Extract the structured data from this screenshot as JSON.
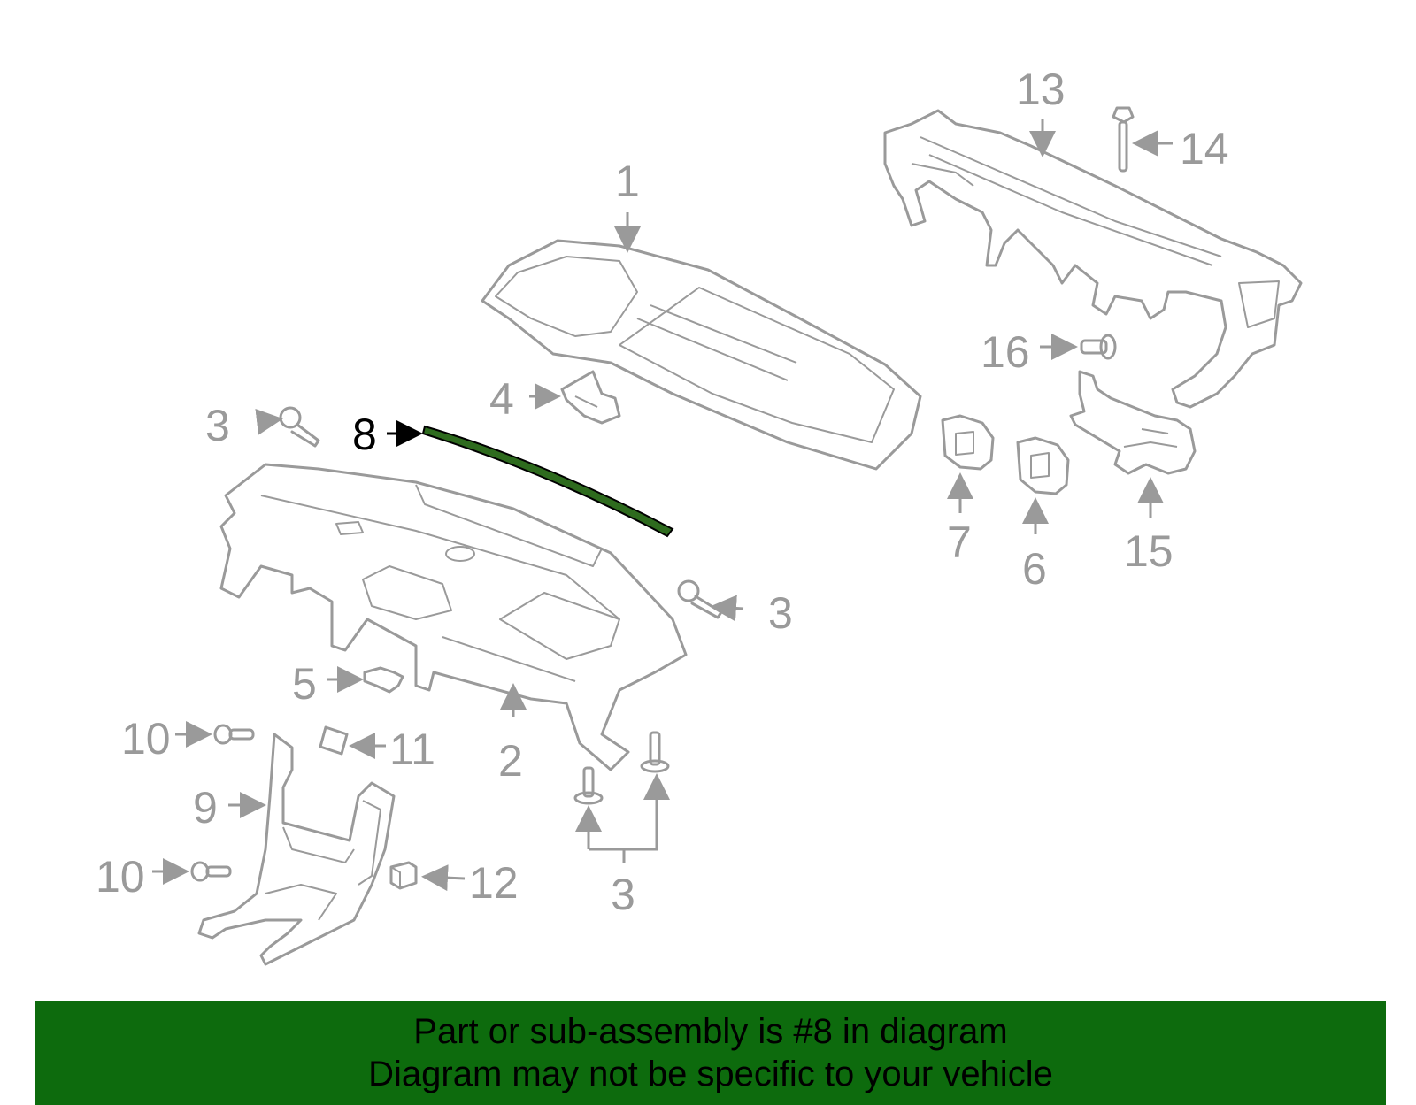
{
  "callouts": {
    "c1": "1",
    "c2": "2",
    "c3a": "3",
    "c3b": "3",
    "c3c": "3",
    "c4": "4",
    "c5": "5",
    "c6": "6",
    "c7": "7",
    "c8": "8",
    "c9": "9",
    "c10a": "10",
    "c10b": "10",
    "c11": "11",
    "c12": "12",
    "c13": "13",
    "c14": "14",
    "c15": "15",
    "c16": "16"
  },
  "banner": {
    "line1": "Part or sub-assembly is #8 in diagram",
    "line2": "Diagram may not be specific to your vehicle"
  },
  "colors": {
    "highlight": "#2e6b1e",
    "banner": "#0d6b0d",
    "part_stroke": "#9a9a9a"
  }
}
